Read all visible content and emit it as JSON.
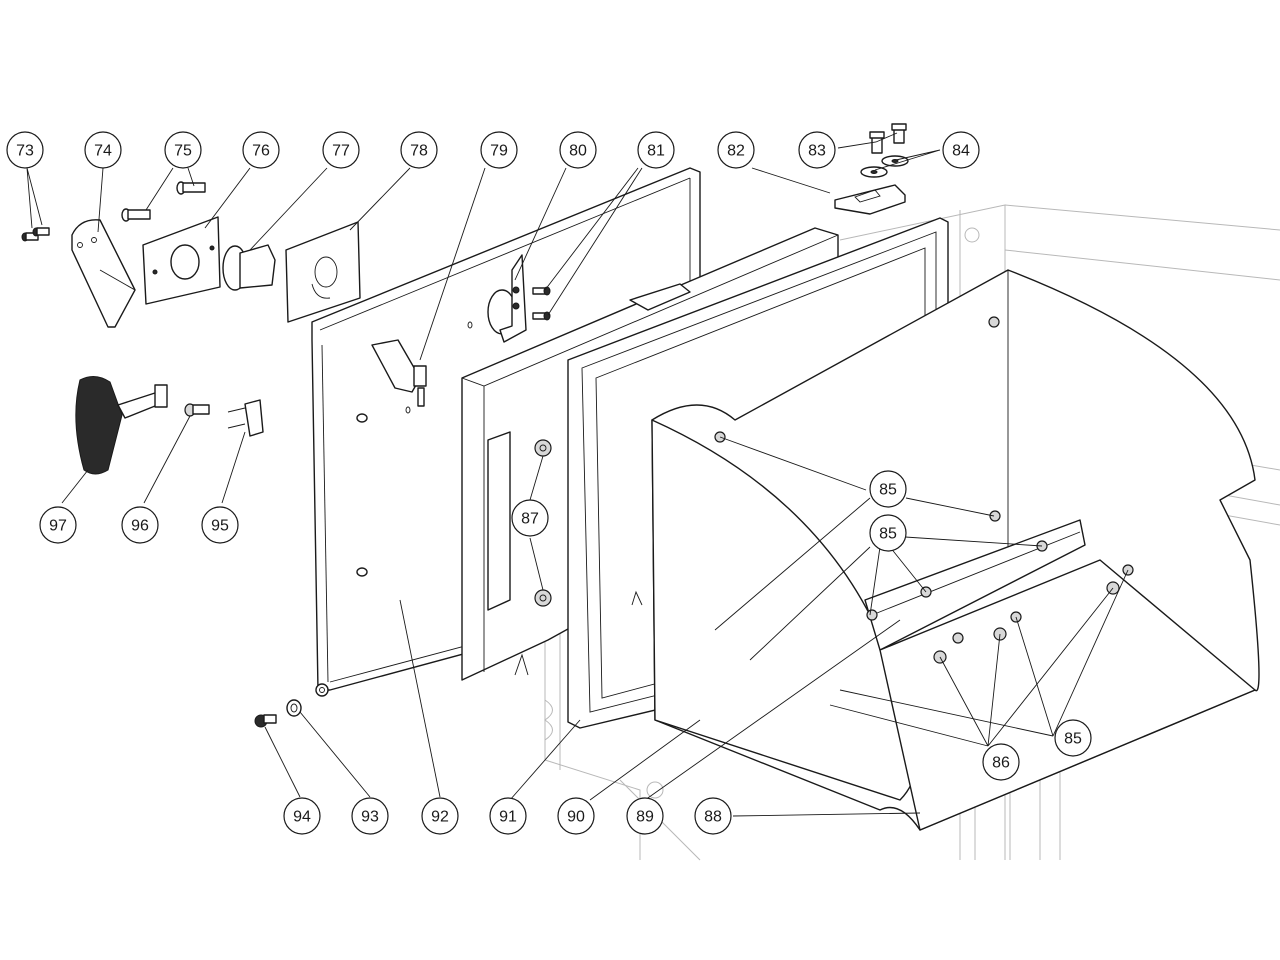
{
  "diagram": {
    "type": "exploded-parts-view",
    "subject": "door panel assembly with hinged hopper chute",
    "colors": {
      "line": "#1a1a1a",
      "background_structure": "#b8b8b8",
      "callout_fill": "#ffffff"
    },
    "callouts": [
      {
        "id": "c73",
        "label": "73"
      },
      {
        "id": "c74",
        "label": "74"
      },
      {
        "id": "c75",
        "label": "75"
      },
      {
        "id": "c76",
        "label": "76"
      },
      {
        "id": "c77",
        "label": "77"
      },
      {
        "id": "c78",
        "label": "78"
      },
      {
        "id": "c79",
        "label": "79"
      },
      {
        "id": "c80",
        "label": "80"
      },
      {
        "id": "c81",
        "label": "81"
      },
      {
        "id": "c82",
        "label": "82"
      },
      {
        "id": "c83",
        "label": "83"
      },
      {
        "id": "c84",
        "label": "84"
      },
      {
        "id": "c85a",
        "label": "85"
      },
      {
        "id": "c85b",
        "label": "85"
      },
      {
        "id": "c85c",
        "label": "85"
      },
      {
        "id": "c86",
        "label": "86"
      },
      {
        "id": "c87",
        "label": "87"
      },
      {
        "id": "c88",
        "label": "88"
      },
      {
        "id": "c89",
        "label": "89"
      },
      {
        "id": "c90",
        "label": "90"
      },
      {
        "id": "c91",
        "label": "91"
      },
      {
        "id": "c92",
        "label": "92"
      },
      {
        "id": "c93",
        "label": "93"
      },
      {
        "id": "c94",
        "label": "94"
      },
      {
        "id": "c95",
        "label": "95"
      },
      {
        "id": "c96",
        "label": "96"
      },
      {
        "id": "c97",
        "label": "97"
      }
    ]
  }
}
